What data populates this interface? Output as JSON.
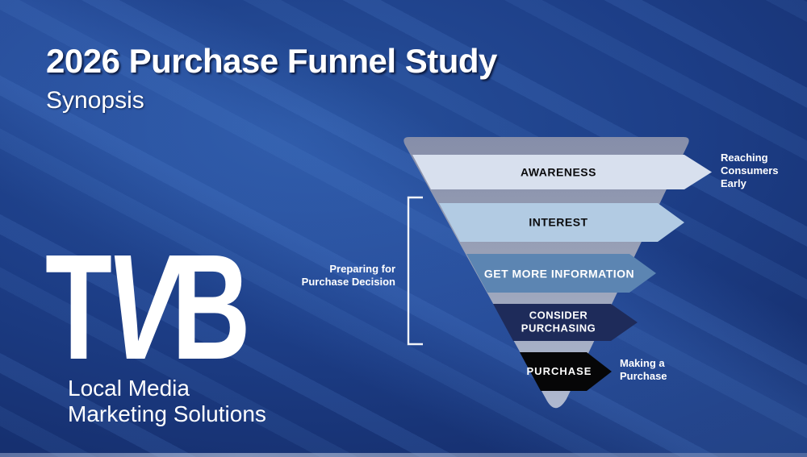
{
  "slide": {
    "title": "2026 Purchase Funnel Study",
    "subtitle": "Synopsis"
  },
  "logo": {
    "letter_t": "T",
    "letter_v": "V",
    "letter_b": "B",
    "tagline_line1": "Local Media",
    "tagline_line2": "Marketing Solutions"
  },
  "funnel": {
    "body": {
      "color_top": "#868EA9",
      "color_mid": "#99A1B7",
      "color_bottom": "#AFB9D0"
    },
    "stages": [
      {
        "label": "AWARENESS",
        "color": "#D8E0EE",
        "label_color": "#0B0B0D"
      },
      {
        "label": "INTEREST",
        "color": "#B2CBE3",
        "label_color": "#0B0B0D"
      },
      {
        "label": "GET MORE INFORMATION",
        "color": "#5C85B2",
        "label_color": "#FFFFFF"
      },
      {
        "label": "CONSIDER\nPURCHASING",
        "color": "#1E2B5A",
        "label_color": "#FFFFFF"
      },
      {
        "label": "PURCHASE",
        "color": "#060607",
        "label_color": "#FFFFFF"
      }
    ],
    "annotations": {
      "right_top": "Reaching\nConsumers\nEarly",
      "left_middle": "Preparing for\nPurchase Decision",
      "right_bottom": "Making a\nPurchase"
    },
    "bracket_color": "#F2F4F8"
  },
  "background": {
    "base_color": "#16306E",
    "highlight_color": "#27509B",
    "stripe_color": "#4B82DC"
  }
}
